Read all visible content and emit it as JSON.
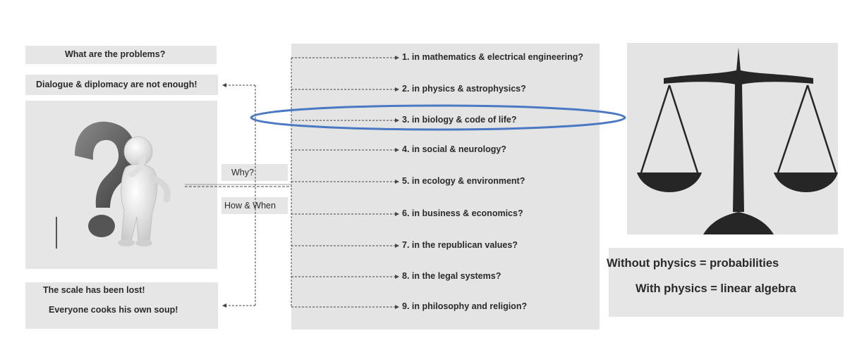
{
  "left": {
    "problems_label": "What are the problems?",
    "dialogue_label": "Dialogue & diplomacy are not enough!",
    "scale_lost": "The scale has been lost!",
    "soup": "Everyone cooks his own soup!",
    "image_icon": "question-mark-figure-icon"
  },
  "middle": {
    "why_label": "Why?",
    "how_label": "How & When"
  },
  "items": [
    "1. in mathematics & electrical engineering?",
    "2. in physics & astrophysics?",
    "3. in biology & code of life?",
    "4. in social & neurology?",
    "5. in ecology & environment?",
    "6. in business & economics?",
    "7. in the republican values?",
    "8. in the legal systems?",
    "9. in philosophy and religion?"
  ],
  "highlight_color": "#4a78c2",
  "right": {
    "scale_icon": "scales-of-justice-icon",
    "without_physics": "Without physics = probabilities",
    "with_physics": "With physics = linear algebra"
  }
}
